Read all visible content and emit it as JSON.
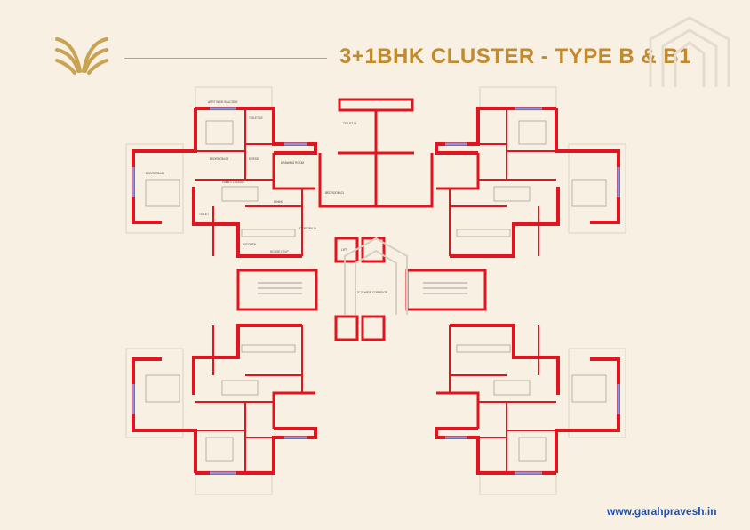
{
  "header": {
    "title": "3+1BHK CLUSTER - TYPE B & B1",
    "logo_icon": "wheat-wings-logo-icon",
    "watermark_icon": "building-outline-icon"
  },
  "plan": {
    "corridor_label": "2\" 2\" WIDE CORRIDOR",
    "rooms": {
      "balcony": "APRT WIDE BALCONY",
      "bedroom01": "BEDROOM-01",
      "bedroom02": "BEDROOM-02",
      "bedroom03": "BEDROOM-03",
      "toilet": "TOILET",
      "toilet01": "TOILET-01",
      "toilet02": "TOILET-02",
      "dress": "DRESS",
      "drawing": "DRAWING ROOM",
      "family": "FAMILY LOUNGE",
      "dining": "DINING",
      "kitchen": "KITCHEN",
      "store": "STORE/PUJA",
      "house_help": "HOUSE HELP",
      "lift": "LIFT"
    }
  },
  "footer": {
    "website": "www.garahpravesh.in"
  },
  "colors": {
    "accent": "#c28a2e",
    "wall": "#e0151f",
    "background": "#f8f1e3",
    "link": "#1f4fa8"
  }
}
